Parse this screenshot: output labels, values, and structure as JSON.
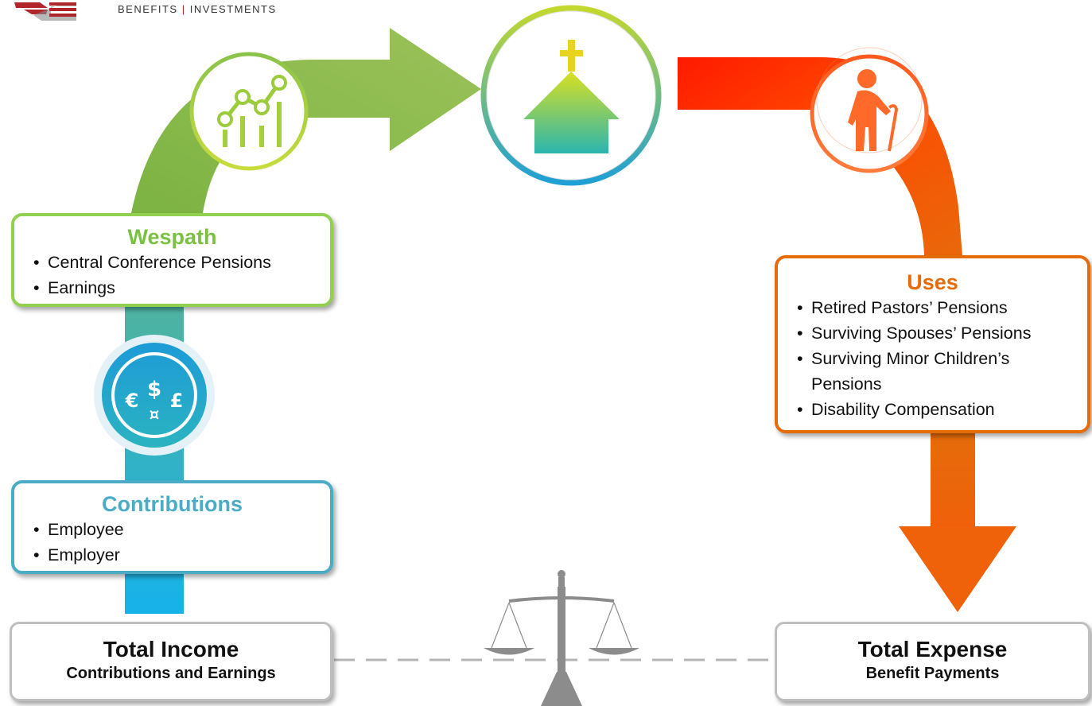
{
  "logo": {
    "left": "BENEFITS",
    "separator": "|",
    "right": "INVESTMENTS"
  },
  "wespath": {
    "title": "Wespath",
    "items": [
      "Central Conference Pensions",
      "Earnings"
    ]
  },
  "contributions": {
    "title": "Contributions",
    "items": [
      "Employee",
      "Employer"
    ]
  },
  "uses": {
    "title": "Uses",
    "items": [
      "Retired Pastors’ Pensions",
      "Surviving Spouses’ Pensions",
      "Surviving Minor Children’s",
      "Pensions",
      "Disability Compensation"
    ]
  },
  "total_income": {
    "title": "Total Income",
    "subtitle": "Contributions and Earnings"
  },
  "total_expense": {
    "title": "Total Expense",
    "subtitle": "Benefit Payments"
  },
  "icons": [
    "growth-chart-icon",
    "church-icon",
    "elderly-person-icon",
    "currency-icon",
    "balance-scale-icon"
  ],
  "colors": {
    "green": "#92d050",
    "teal": "#4bacc6",
    "orange": "#e46c0a",
    "red": "#ff0000",
    "gray": "#bfbfbf"
  }
}
